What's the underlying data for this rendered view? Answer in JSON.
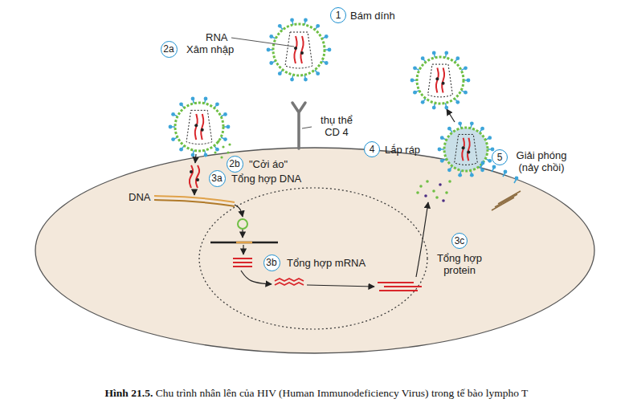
{
  "diagram": {
    "caption": "Hình 21.5. Chu trình nhân lên của HIV (Human Immunodeficiency Virus) trong tế bào lympho T",
    "nodes": [
      {
        "text": [
          "1"
        ]
      },
      {
        "text": [
          "2a"
        ]
      },
      {
        "text": [
          "2b"
        ]
      },
      {
        "text": [
          "3a"
        ]
      },
      {
        "text": [
          "3b"
        ]
      },
      {
        "text": [
          "3c"
        ]
      },
      {
        "text": [
          "4"
        ]
      },
      {
        "text": [
          "5"
        ]
      }
    ],
    "labels": [
      "RNA",
      "Bám dính",
      "Xâm nhập",
      "thụ thể CD 4",
      "\"Cởi áo\"",
      "DNA",
      "Tổng hợp DNA",
      "Tổng hợp mRNA",
      "Tổng hợp protein",
      "Lắp ráp",
      "Giải phóng (nảy chồi)"
    ]
  }
}
